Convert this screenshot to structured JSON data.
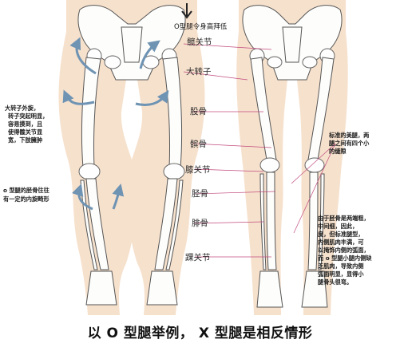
{
  "top_note": "O型腿令身高拜低",
  "labels": {
    "hip": "髋关节",
    "trochanter": "大转子",
    "femur": "股骨",
    "patella": "髌骨",
    "knee": "膝关节",
    "tibia": "胫骨",
    "fibula": "腓骨",
    "ankle": "踝关节"
  },
  "notes": {
    "left_top": [
      "大转子外旋，",
      "转子突起明显，",
      "容易摸到，且",
      "使得髋关节显",
      "宽，下肢臃肿"
    ],
    "left_mid": [
      "o 型腿的胫骨往往",
      "有一定的内旋畸形"
    ],
    "right_top": [
      "标准的美腿，两",
      "腿之间有四个小",
      "的缝隙"
    ],
    "right_bottom": [
      "由于胫骨是两端粗，",
      "中间细，因此，",
      "度，但标准腿型，",
      "内侧肌肉丰满，可",
      "以掩饰内侧的弧面，",
      "而 o 型腿小腿内侧缺",
      "乏肌肉，导致内侧",
      "弧面明显，显得小",
      "腿骨头很弯。"
    ]
  },
  "caption": "以 O 型腿举例，  X 型腿是相反情形",
  "colors": {
    "skin": "#f5dcc4",
    "arrow": "#6e93b3",
    "bone_stroke": "#555555",
    "leader": "#c24a7e"
  }
}
